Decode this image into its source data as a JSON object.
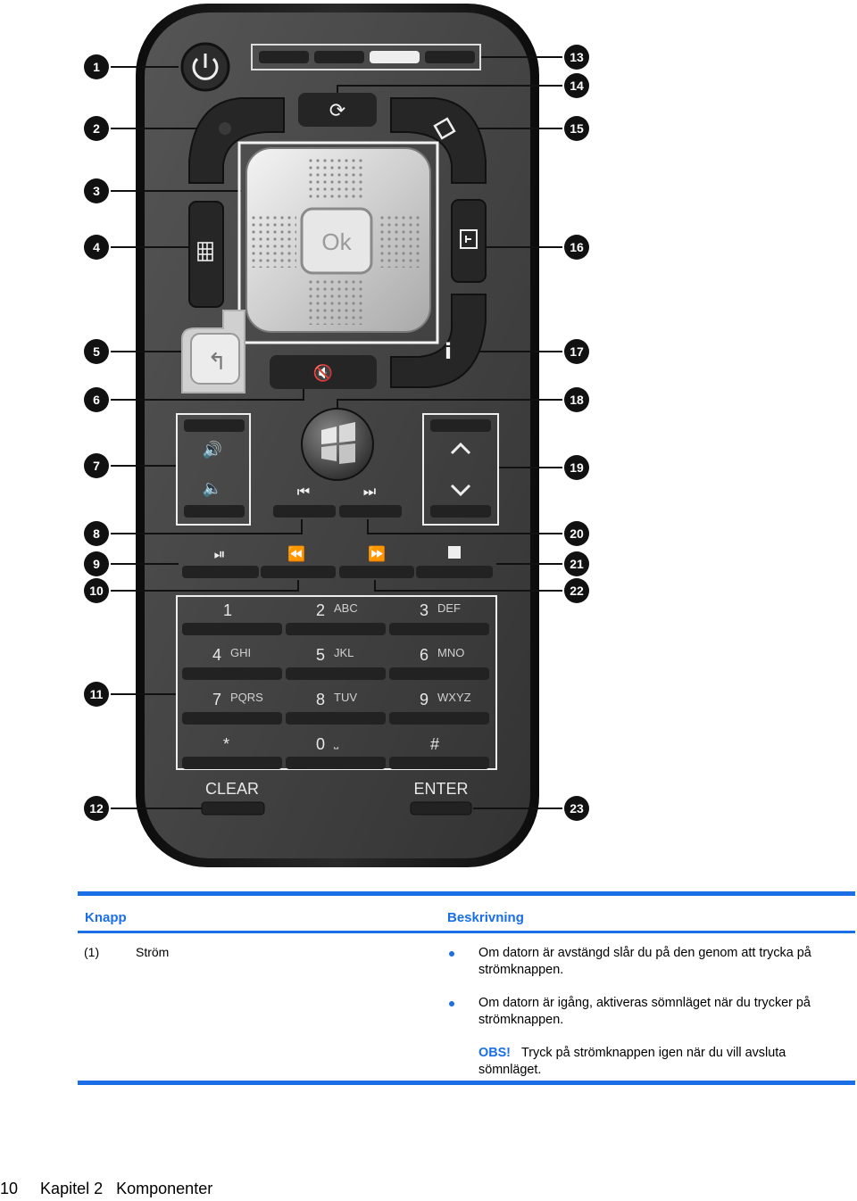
{
  "figure": {
    "callouts": [
      "1",
      "2",
      "3",
      "4",
      "5",
      "6",
      "7",
      "8",
      "9",
      "10",
      "11",
      "12",
      "13",
      "14",
      "15",
      "16",
      "17",
      "18",
      "19",
      "20",
      "21",
      "22",
      "23"
    ],
    "ok_label": "Ok",
    "keypad": [
      {
        "digit": "1",
        "letters": ""
      },
      {
        "digit": "2",
        "letters": "ABC"
      },
      {
        "digit": "3",
        "letters": "DEF"
      },
      {
        "digit": "4",
        "letters": "GHI"
      },
      {
        "digit": "5",
        "letters": "JKL"
      },
      {
        "digit": "6",
        "letters": "MNO"
      },
      {
        "digit": "7",
        "letters": "PQRS"
      },
      {
        "digit": "8",
        "letters": "TUV"
      },
      {
        "digit": "9",
        "letters": "WXYZ"
      },
      {
        "digit": "*",
        "letters": ""
      },
      {
        "digit": "0",
        "letters": "⎵"
      },
      {
        "digit": "#",
        "letters": ""
      }
    ],
    "clear_label": "CLEAR",
    "enter_label": "ENTER",
    "icons": [
      "power-icon",
      "record-tv-icon",
      "guide-icon",
      "back-icon",
      "mute-icon",
      "volume-up-icon",
      "volume-down-icon",
      "windows-logo-icon",
      "channel-up-icon",
      "channel-down-icon",
      "skip-back-icon",
      "skip-forward-icon",
      "play-pause-icon",
      "rewind-icon",
      "fast-forward-icon",
      "stop-icon",
      "replay-icon",
      "live-tv-icon",
      "dvd-menu-icon",
      "info-icon"
    ]
  },
  "table": {
    "col1_header": "Knapp",
    "col2_header": "Beskrivning",
    "rows": [
      {
        "num": "(1)",
        "name": "Ström",
        "bullets": [
          "Om datorn är avstängd slår du på den genom att trycka på strömknappen.",
          "Om datorn är igång, aktiveras sömnläget när du trycker på strömknappen."
        ],
        "note_label": "OBS!",
        "note_text": "Tryck på strömknappen igen när du vill avsluta sömnläget."
      }
    ]
  },
  "footer": {
    "page": "10",
    "chapter": "Kapitel 2",
    "title": "Komponenter"
  },
  "colors": {
    "accent": "#1a6ee6",
    "remote_body": "#3a3a3a",
    "remote_shell": "#1c1c1c"
  }
}
